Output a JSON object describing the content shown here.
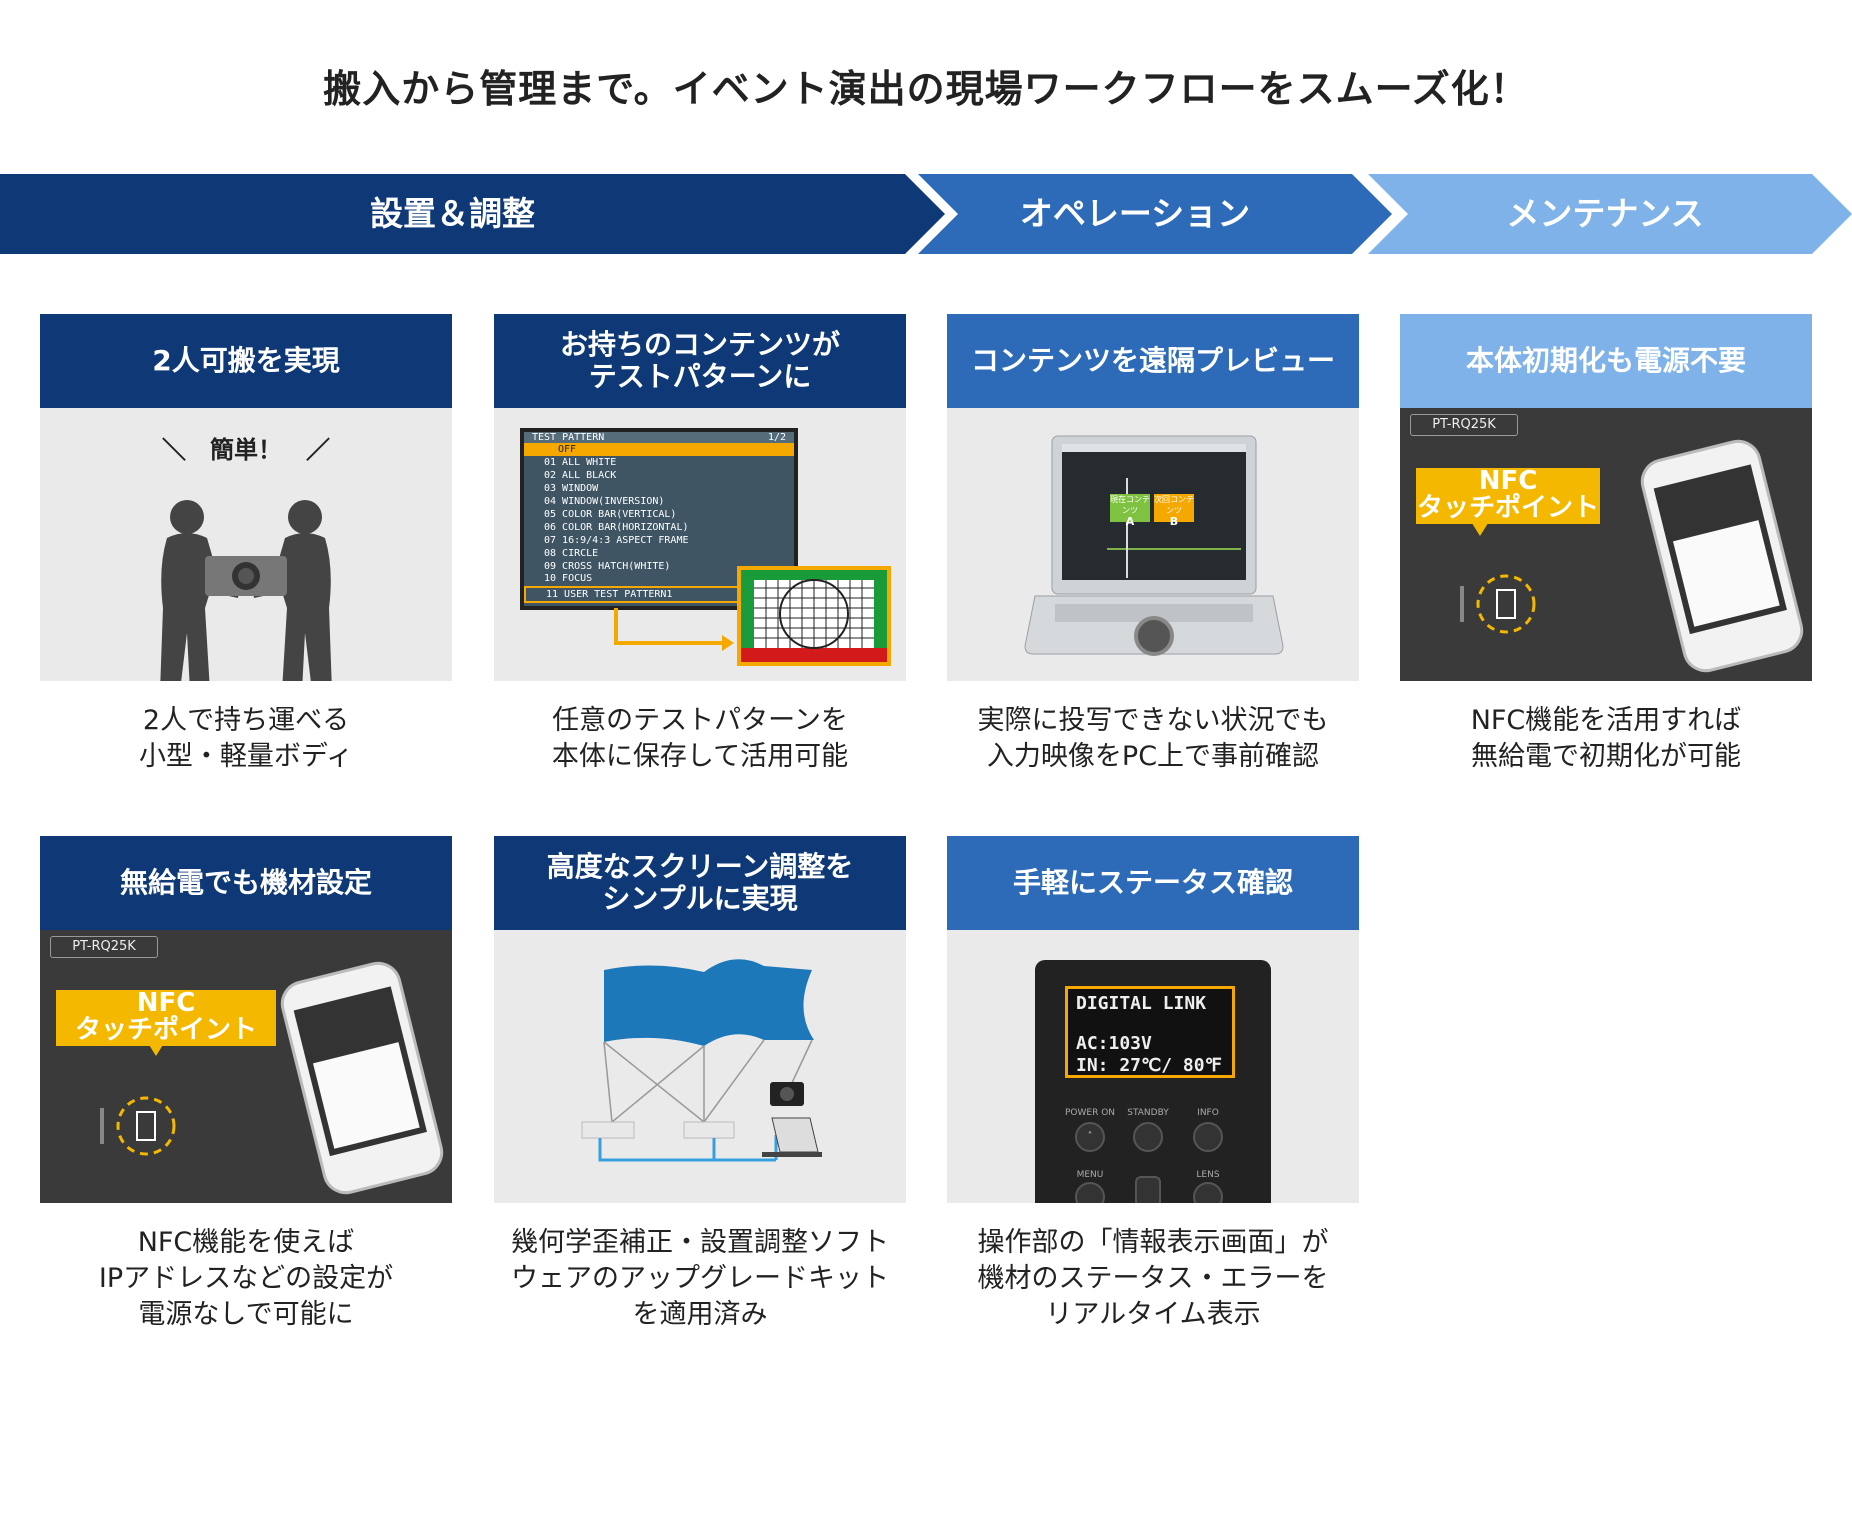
{
  "title": "搬入から管理まで。イベント演出の現場ワークフローをスムーズ化！",
  "steps": [
    {
      "label": "設置＆調整",
      "color": "#0e3876"
    },
    {
      "label": "オペレーション",
      "color": "#2d6bb9"
    },
    {
      "label": "メンテナンス",
      "color": "#7fb2e8"
    }
  ],
  "cards": [
    {
      "heading": "2人可搬を実現",
      "desc1": "2人で持ち運べる",
      "desc2": "小型・軽量ボディ",
      "desc3": "",
      "bubble": "＼　簡単！　／"
    },
    {
      "heading1": "お持ちのコンテンツが",
      "heading2": "テストパターンに",
      "desc1": "任意のテストパターンを",
      "desc2": "本体に保存して活用可能",
      "desc3": "",
      "menu_title": "TEST PATTERN",
      "menu_page": "1/2",
      "menu_items": [
        "OFF",
        "01  ALL WHITE",
        "02  ALL BLACK",
        "03  WINDOW",
        "04  WINDOW(INVERSION)",
        "05  COLOR BAR(VERTICAL)",
        "06  COLOR BAR(HORIZONTAL)",
        "07  16:9/4:3 ASPECT FRAME",
        "08  CIRCLE",
        "09  CROSS HATCH(WHITE)",
        "10  FOCUS",
        "11  USER TEST PATTERN1"
      ]
    },
    {
      "heading": "コンテンツを遠隔プレビュー",
      "desc1": "実際に投写できない状況でも",
      "desc2": "入力映像をPC上で事前確認",
      "desc3": "",
      "clip_a_label": "現在コンテンツ",
      "clip_a": "A",
      "clip_b_label": "次回コンテンツ",
      "clip_b": "B"
    },
    {
      "heading": "本体初期化も電源不要",
      "desc1": "NFC機能を活用すれば",
      "desc2": "無給電で初期化が可能",
      "desc3": "",
      "model": "PT-RQ25K",
      "nfc1": "NFC",
      "nfc2": "タッチポイント"
    },
    {
      "heading": "無給電でも機材設定",
      "desc1": "NFC機能を使えば",
      "desc2": "IPアドレスなどの設定が",
      "desc3": "電源なしで可能に",
      "model": "PT-RQ25K",
      "nfc1": "NFC",
      "nfc2": "タッチポイント"
    },
    {
      "heading1": "高度なスクリーン調整を",
      "heading2": "シンプルに実現",
      "desc1": "幾何学歪補正・設置調整ソフト",
      "desc2": "ウェアのアップグレードキット",
      "desc3": "を適用済み"
    },
    {
      "heading": "手軽にステータス確認",
      "desc1": "操作部の「情報表示画面」が",
      "desc2": "機材のステータス・エラーを",
      "desc3": "リアルタイム表示",
      "lcd1": "DIGITAL LINK",
      "lcd2": "AC:103V",
      "lcd3": "IN: 27℃/ 80℉",
      "btn_power": "POWER ON",
      "btn_standby": "STANDBY",
      "btn_info": "INFO",
      "btn_menu": "MENU",
      "btn_lens": "LENS"
    }
  ]
}
